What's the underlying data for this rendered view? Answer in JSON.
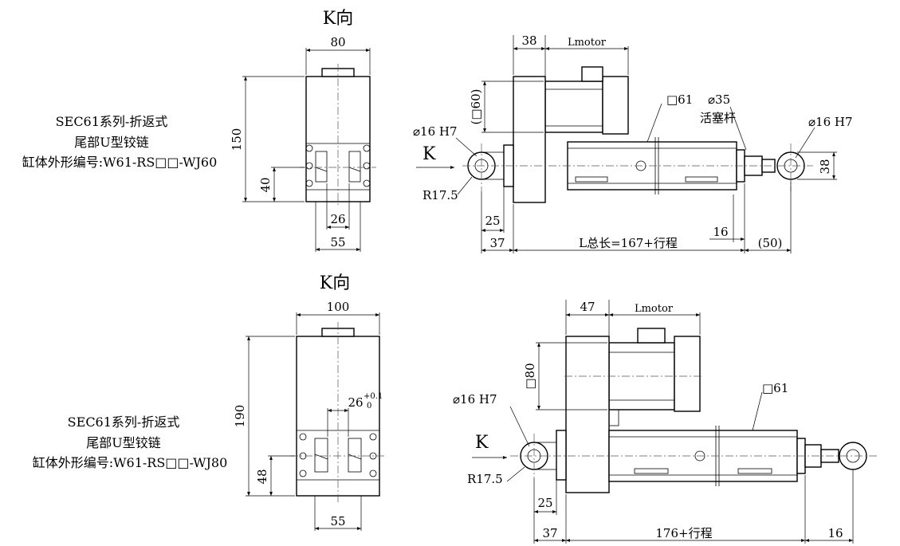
{
  "top": {
    "view_title": "K向",
    "caption": [
      "SEC61系列-折返式",
      "尾部U型铰链",
      "缸体外形编号:W61-RS□□-WJ60"
    ],
    "front_dims": {
      "width": "80",
      "height": "150",
      "pin_height": "40",
      "slot": "26",
      "base": "55"
    },
    "side_dims": {
      "motor_offset": "38",
      "motor_length": "Lmotor",
      "motor_square": "(□60)",
      "tube_square": "□61",
      "rod_dia": "⌀35",
      "rod_label": "活塞杆",
      "pin_left": "⌀16 H7",
      "pin_right": "⌀16 H7",
      "clevis_height": "38",
      "arrow": "K",
      "radius": "R17.5",
      "pin_offset": "25",
      "left_ext": "37",
      "overall": "L总长=167+行程",
      "right_ext": "16",
      "tail": "(50)"
    }
  },
  "bottom": {
    "view_title": "K向",
    "caption": [
      "SEC61系列-折返式",
      "尾部U型铰链",
      "缸体外形编号:W61-RS□□-WJ80"
    ],
    "front_dims": {
      "width": "100",
      "height": "190",
      "pin_height": "48",
      "slot": "26",
      "slot_tol_upper": "+0.1",
      "slot_tol_lower": "0",
      "base": "55"
    },
    "side_dims": {
      "motor_offset": "47",
      "motor_length": "Lmotor",
      "motor_square": "□80",
      "tube_square": "□61",
      "pin_left": "⌀16 H7",
      "arrow": "K",
      "radius": "R17.5",
      "pin_offset": "25",
      "left_ext": "37",
      "overall": "176+行程",
      "right_ext": "16"
    }
  }
}
